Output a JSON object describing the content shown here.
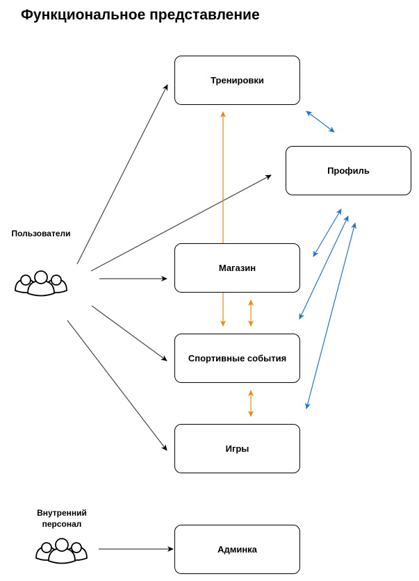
{
  "title": "Функциональное представление",
  "actors": {
    "users": "Пользователи",
    "staff_line1": "Внутренний",
    "staff_line2": "персонал"
  },
  "modules": {
    "trainings": "Тренировки",
    "profile": "Профиль",
    "shop": "Магазин",
    "events": "Спортивные события",
    "games": "Игры",
    "admin": "Админка"
  },
  "colors": {
    "black_arrow": "#333333",
    "orange_arrow": "#F08705",
    "blue_arrow": "#1976D2"
  },
  "icons": {
    "users_group": "users-group-icon",
    "staff_group": "staff-group-icon"
  }
}
